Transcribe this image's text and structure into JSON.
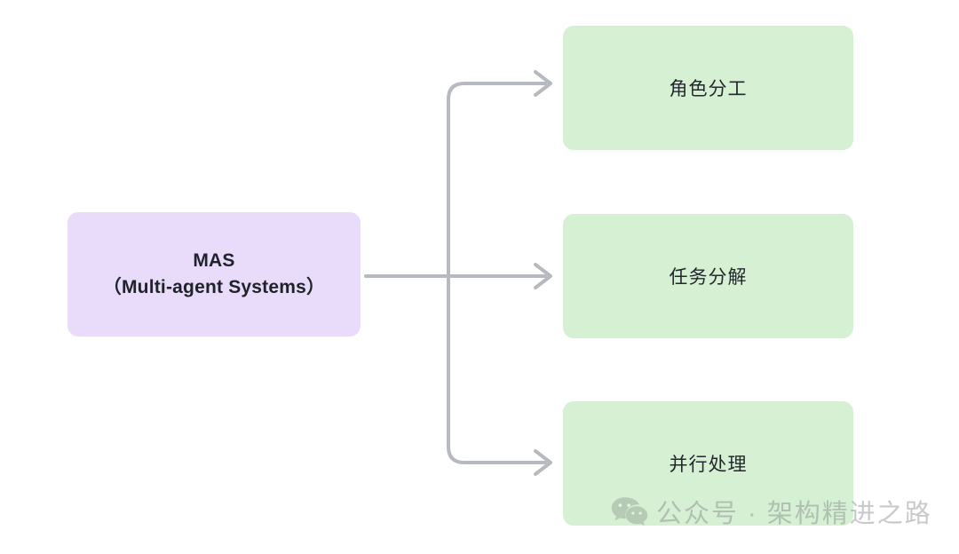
{
  "diagram": {
    "type": "tree",
    "root": {
      "id": "mas",
      "line1": "MAS",
      "line2": "（Multi-agent Systems）",
      "color": "#e9dcfa",
      "text_color": "#1f2329"
    },
    "children": [
      {
        "id": "role-division",
        "label": "角色分工",
        "color": "#d6f0d3",
        "text_color": "#23272e"
      },
      {
        "id": "task-decomposition",
        "label": "任务分解",
        "color": "#d6f0d3",
        "text_color": "#23272e"
      },
      {
        "id": "parallel-processing",
        "label": "并行处理",
        "color": "#d6f0d3",
        "text_color": "#23272e"
      }
    ],
    "connector_color": "#b6bac0",
    "background": "#ffffff"
  },
  "watermark": {
    "icon": "wechat-icon",
    "text": "公众号 · 架构精进之路",
    "color": "#7b7f85"
  }
}
